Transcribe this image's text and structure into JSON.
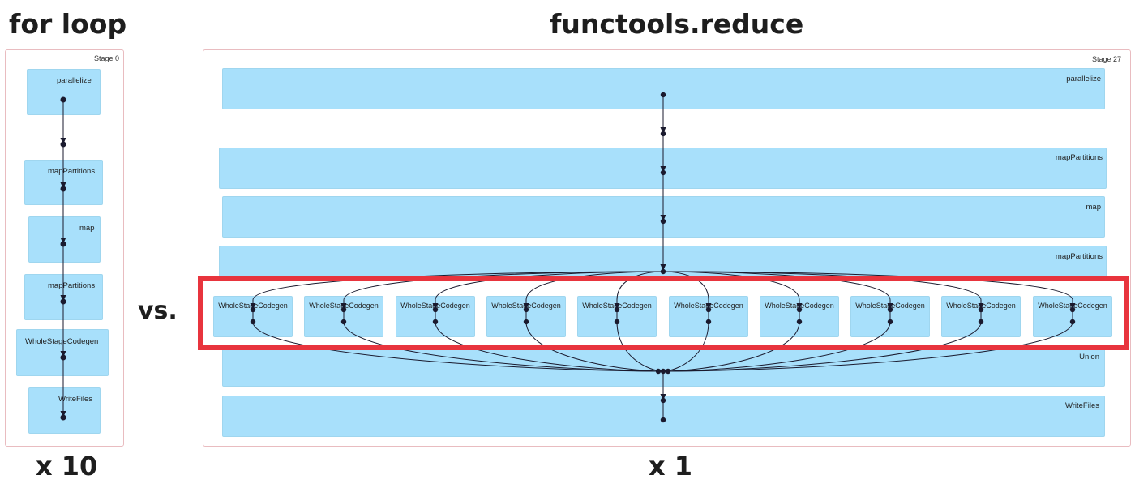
{
  "left": {
    "heading": "for loop",
    "stage_label": "Stage 0",
    "multiplier": "x 10",
    "nodes": [
      "parallelize",
      "mapPartitions",
      "map",
      "mapPartitions",
      "WholeStageCodegen",
      "WriteFiles"
    ]
  },
  "vs_label": "vs.",
  "right": {
    "heading": "functools.reduce",
    "stage_label": "Stage 27",
    "multiplier": "x 1",
    "nodes": [
      "parallelize",
      "mapPartitions",
      "map",
      "mapPartitions",
      "Union",
      "WriteFiles"
    ],
    "codegen_label": "WholeStageCodegen",
    "codegen_count": 10
  },
  "colors": {
    "node_fill": "#a8e0fb",
    "highlight": "#e8343d",
    "stage_border": "#e9bcc0",
    "edge": "#1a1a2e"
  }
}
